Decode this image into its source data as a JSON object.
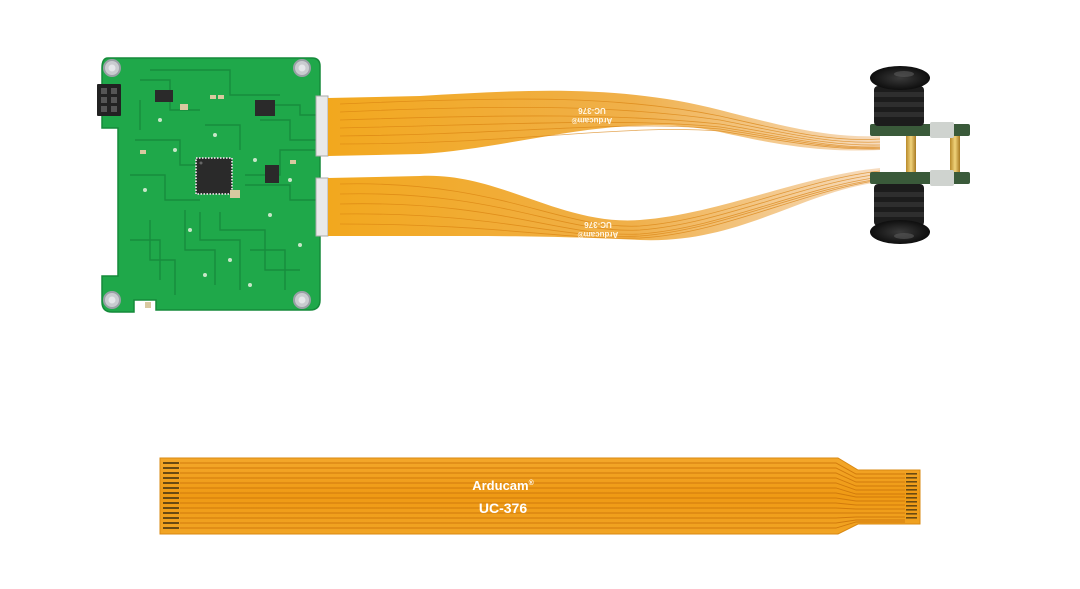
{
  "product_photo": {
    "assembly": {
      "cable_top": {
        "label_line1": "UC-376",
        "label_line2": "Arducam®"
      },
      "cable_bottom": {
        "label_line1": "UC-376",
        "label_line2": "Arducam®"
      }
    },
    "loose_cable": {
      "brand": "Arducam",
      "brand_mark": "®",
      "part_number": "UC-376"
    }
  },
  "colors": {
    "background": "#ffffff",
    "pcb_green": "#1fa84a",
    "pcb_trace": "#178a3c",
    "flex_orange": "#f0a21c",
    "flex_trace": "#d98210",
    "lens_black": "#1c1c1c"
  }
}
